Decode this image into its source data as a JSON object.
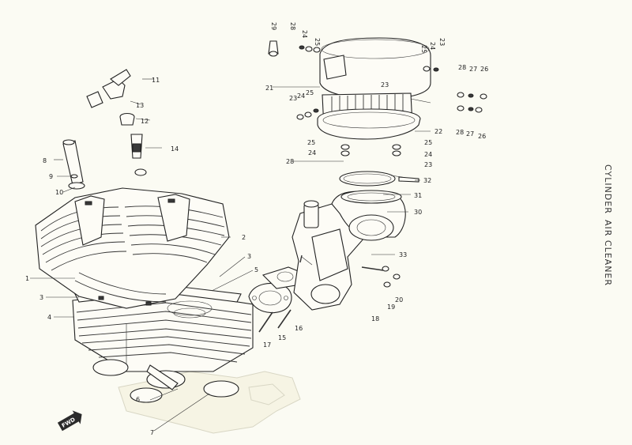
{
  "side_title": {
    "line1": "CYLINDER",
    "line2": "AIR CLEANER"
  },
  "front_marker": "FWD",
  "callouts": [
    {
      "id": "c1",
      "text": "1"
    },
    {
      "id": "c2",
      "text": "2"
    },
    {
      "id": "c3a",
      "text": "3"
    },
    {
      "id": "c3b",
      "text": "3"
    },
    {
      "id": "c4",
      "text": "4"
    },
    {
      "id": "c5",
      "text": "5"
    },
    {
      "id": "c6",
      "text": "6"
    },
    {
      "id": "c7",
      "text": "7"
    },
    {
      "id": "c8",
      "text": "8"
    },
    {
      "id": "c9",
      "text": "9"
    },
    {
      "id": "c10",
      "text": "10"
    },
    {
      "id": "c11",
      "text": "11"
    },
    {
      "id": "c12",
      "text": "12"
    },
    {
      "id": "c13",
      "text": "13"
    },
    {
      "id": "c14",
      "text": "14"
    },
    {
      "id": "c15",
      "text": "15"
    },
    {
      "id": "c16",
      "text": "16"
    },
    {
      "id": "c17",
      "text": "17"
    },
    {
      "id": "c18",
      "text": "18"
    },
    {
      "id": "c19",
      "text": "19"
    },
    {
      "id": "c20",
      "text": "20"
    },
    {
      "id": "c21",
      "text": "21"
    },
    {
      "id": "c22",
      "text": "22"
    },
    {
      "id": "c23a",
      "text": "23"
    },
    {
      "id": "c23b",
      "text": "23"
    },
    {
      "id": "c23c",
      "text": "23"
    },
    {
      "id": "c23d",
      "text": "23"
    },
    {
      "id": "c24a",
      "text": "24"
    },
    {
      "id": "c24b",
      "text": "24"
    },
    {
      "id": "c24c",
      "text": "24"
    },
    {
      "id": "c24d",
      "text": "24"
    },
    {
      "id": "c24e",
      "text": "24"
    },
    {
      "id": "c25a",
      "text": "25"
    },
    {
      "id": "c25b",
      "text": "25"
    },
    {
      "id": "c25c",
      "text": "25"
    },
    {
      "id": "c25d",
      "text": "25"
    },
    {
      "id": "c25e",
      "text": "25"
    },
    {
      "id": "c26a",
      "text": "26"
    },
    {
      "id": "c26b",
      "text": "26"
    },
    {
      "id": "c27a",
      "text": "27"
    },
    {
      "id": "c27b",
      "text": "27"
    },
    {
      "id": "c28a",
      "text": "28"
    },
    {
      "id": "c28b",
      "text": "28"
    },
    {
      "id": "c28c",
      "text": "28"
    },
    {
      "id": "c28d",
      "text": "28"
    },
    {
      "id": "c29",
      "text": "29"
    },
    {
      "id": "c30",
      "text": "30"
    },
    {
      "id": "c31",
      "text": "31"
    },
    {
      "id": "c32",
      "text": "32"
    },
    {
      "id": "c33",
      "text": "33"
    }
  ]
}
